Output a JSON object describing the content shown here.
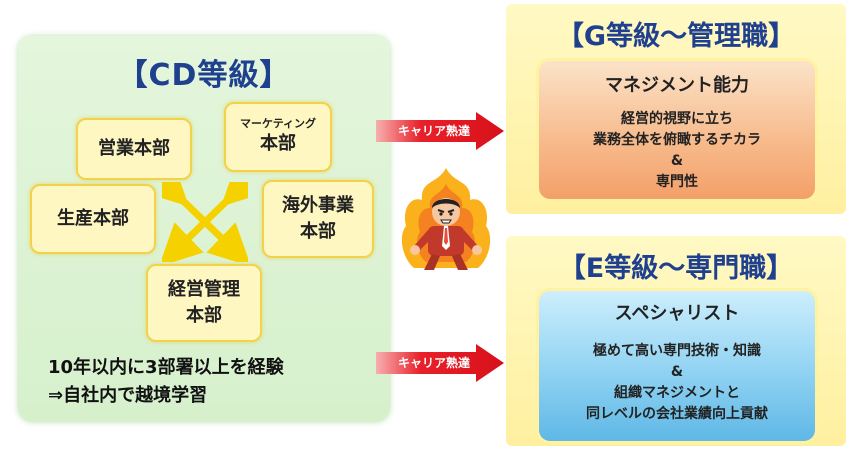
{
  "cd_panel": {
    "title": "【CD等級】",
    "departments": {
      "sales": "営業本部",
      "marketing_small": "マーケティング",
      "marketing_big": "本部",
      "production": "生産本部",
      "overseas_line1": "海外事業",
      "overseas_line2": "本部",
      "management_line1": "経営管理",
      "management_line2": "本部"
    },
    "note_line1": "10年以内に3部署以上を経験",
    "note_line2": "⇒自社内で越境学習"
  },
  "arrows": {
    "top_label": "キャリア熟達",
    "bottom_label": "キャリア熟達"
  },
  "g_panel": {
    "title": "【G等級～管理職】",
    "skill_title": "マネジメント能力",
    "line1": "経営的視野に立ち",
    "line2": "業務全体を俯瞰するチカラ",
    "line3": "&",
    "line4": "専門性"
  },
  "e_panel": {
    "title": "【E等級～専門職】",
    "skill_title": "スペシャリスト",
    "line1": "極めて高い専門技術・知識",
    "line2": "&",
    "line3": "組織マネジメントと",
    "line4": "同レベルの会社業績向上貢献"
  },
  "colors": {
    "title_blue": "#1f3f8f",
    "arrow_red": "#e8202a",
    "dept_fill": "#fff7c2",
    "g_inner": "#f4a46a",
    "e_inner": "#5fb8e6"
  },
  "icons": {
    "cross_arrows": "yellow-cross-arrows-icon",
    "figure": "burning-motivated-businessman-icon"
  }
}
